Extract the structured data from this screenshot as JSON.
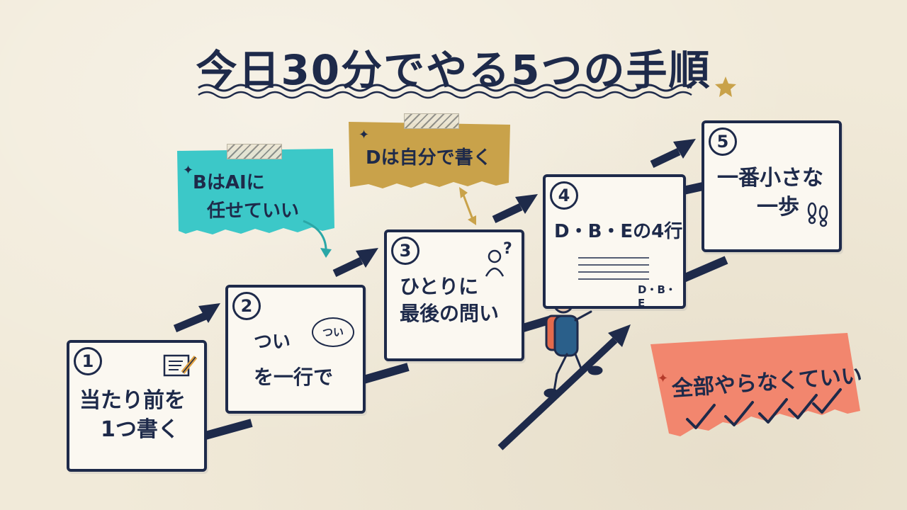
{
  "title": "今日30分でやる5つの手順",
  "colors": {
    "ink": "#1e2a4a",
    "paper": "#f1ead9",
    "card": "#fbf8f1",
    "teal_note": "#3cc8c8",
    "gold_note": "#c9a24a",
    "coral_note": "#f2866e",
    "star": "#c9a24a"
  },
  "steps": [
    {
      "num": "1",
      "line1": "当たり前を",
      "line2": "1つ書く",
      "icon": "memo-pencil-icon"
    },
    {
      "num": "2",
      "line1": "つい",
      "line2": "を一行で",
      "bubble": "つい"
    },
    {
      "num": "3",
      "line1": "ひとりに",
      "line2": "最後の問い",
      "icon": "person-question-icon"
    },
    {
      "num": "4",
      "line1": "D・B・Eの4行",
      "label": "D・B・E",
      "icon": "lined-paper-icon"
    },
    {
      "num": "5",
      "line1": "一番小さな",
      "line2": "一歩",
      "icon": "footprints-icon"
    }
  ],
  "notes": {
    "teal": {
      "line1": "BはAIに",
      "line2": "任せていい"
    },
    "gold": {
      "text": "Dは自分で書く"
    },
    "coral": {
      "text": "全部やらなくていい",
      "check_icon": "checkmark-icon",
      "check_count": 5
    }
  },
  "figure": {
    "icon": "climbing-person-icon",
    "arrow": "up-arrow-icon"
  }
}
